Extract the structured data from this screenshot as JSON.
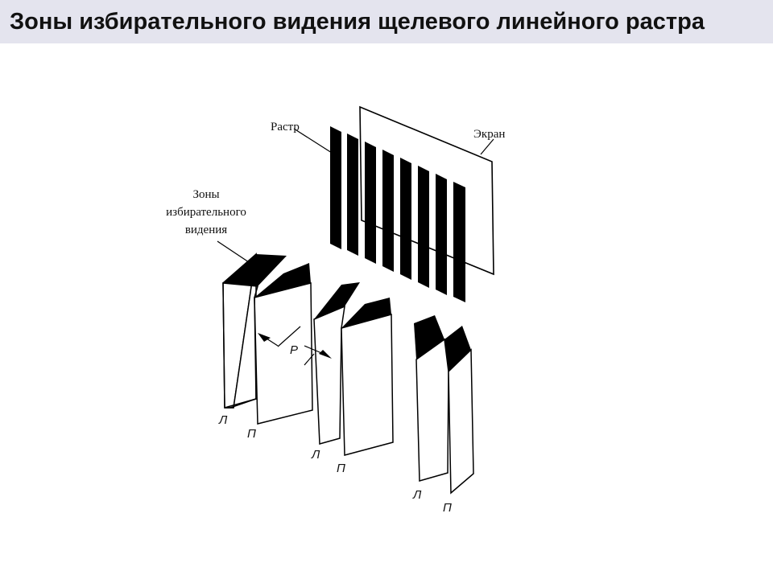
{
  "slide": {
    "title": "Зоны избирательного видения щелевого линейного растра"
  },
  "diagram": {
    "labels": {
      "raster": "Растр",
      "screen": "Экран",
      "zones": [
        "Зоны",
        "избирательного",
        "видения"
      ],
      "distance": "P",
      "eye_mark": "Л",
      "eye_mark_second": "П"
    },
    "raster_slit_count": 8,
    "colors": {
      "ink": "#000000",
      "paper": "#ffffff"
    }
  }
}
